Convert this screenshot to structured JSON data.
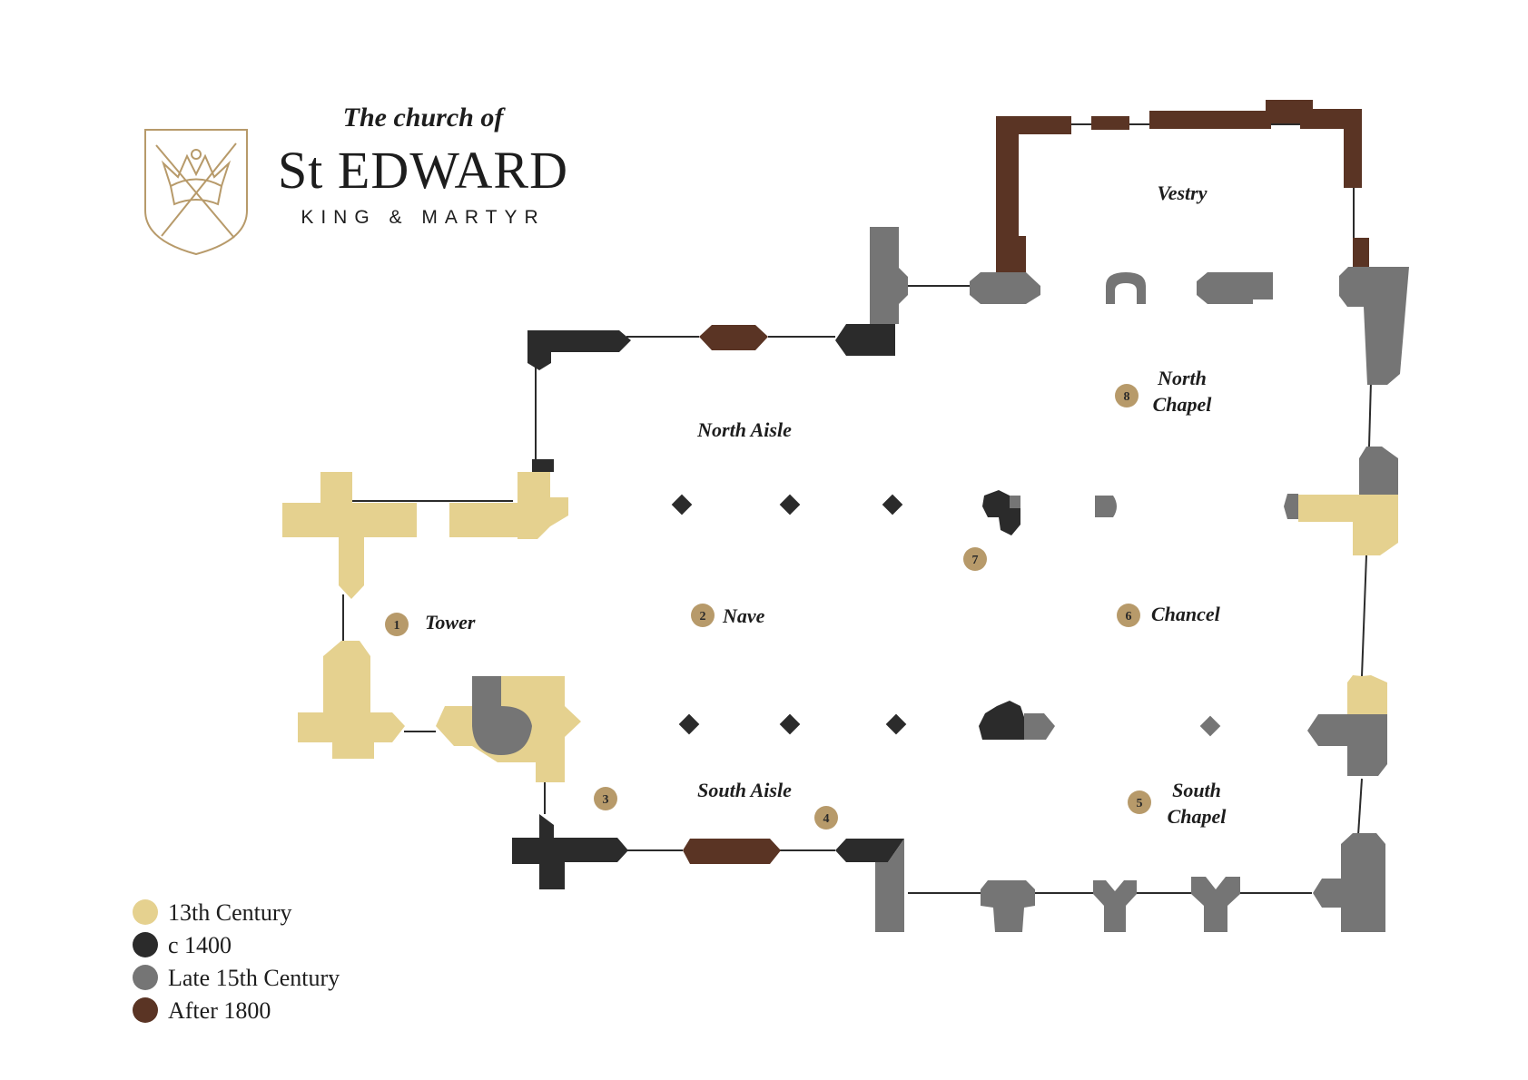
{
  "header": {
    "line1": "The church of",
    "line2": "St EDWARD",
    "line3": "KING & MARTYR"
  },
  "colors": {
    "c13": "#e5d18f",
    "c1400": "#2b2b2b",
    "c15": "#757575",
    "c1800": "#5a3424",
    "marker": "#b79a6a",
    "line": "#2b2b2b",
    "crest": "#b79a6a"
  },
  "icons": {
    "crest": "coat-of-arms-icon"
  },
  "rooms": {
    "vestry": "Vestry",
    "north_chapel_1": "North",
    "north_chapel_2": "Chapel",
    "north_aisle": "North Aisle",
    "tower": "Tower",
    "nave": "Nave",
    "chancel": "Chancel",
    "south_aisle": "South Aisle",
    "south_chapel_1": "South",
    "south_chapel_2": "Chapel"
  },
  "markers": [
    {
      "id": "m1",
      "label": "1"
    },
    {
      "id": "m2",
      "label": "2"
    },
    {
      "id": "m3",
      "label": "3"
    },
    {
      "id": "m4",
      "label": "4"
    },
    {
      "id": "m5",
      "label": "5"
    },
    {
      "id": "m6",
      "label": "6"
    },
    {
      "id": "m7",
      "label": "7"
    },
    {
      "id": "m8",
      "label": "8"
    }
  ],
  "legend": [
    {
      "label": "13th Century",
      "color": "#e5d18f"
    },
    {
      "label": "c 1400",
      "color": "#2b2b2b"
    },
    {
      "label": "Late 15th Century",
      "color": "#757575"
    },
    {
      "label": "After 1800",
      "color": "#5a3424"
    }
  ]
}
